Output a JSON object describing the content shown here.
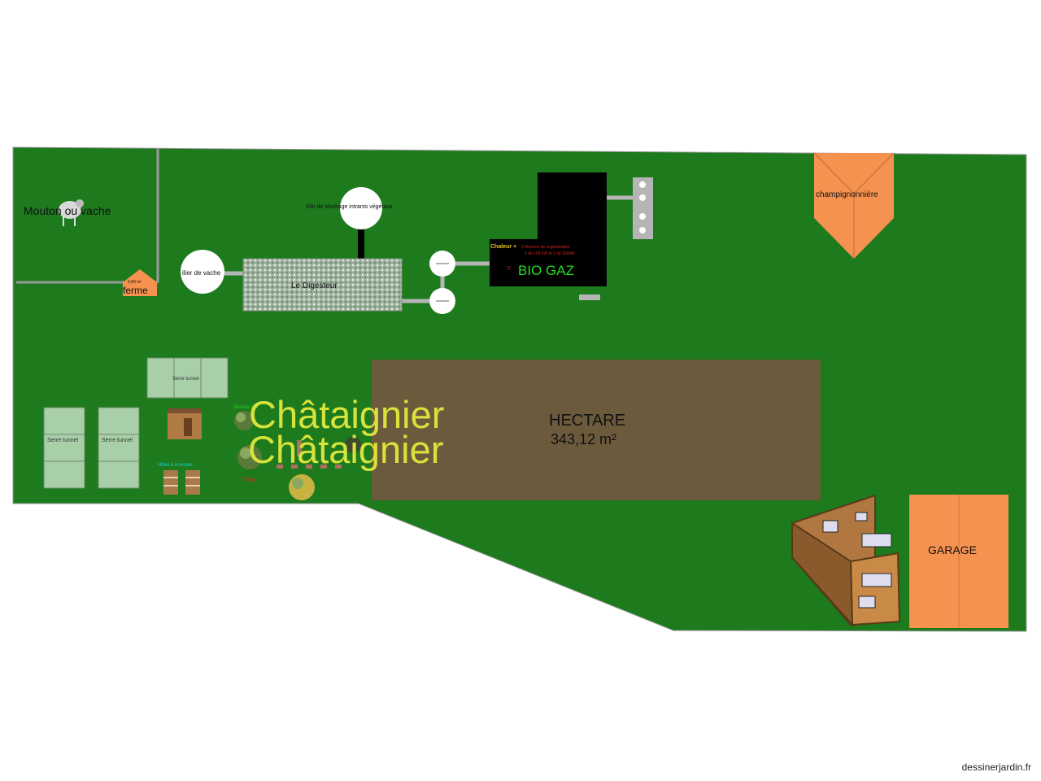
{
  "plan": {
    "animal_label": "Mouton ou vache",
    "ferme_label": "ferme",
    "ferme_area": "4,89 m²",
    "fumier_label": "ilier de vache",
    "silo_label": "Silo de stockage intrants végétaux",
    "digesteur_label": "Le Digesteur",
    "biogaz_title": "BIO GAZ",
    "biogaz_prefix": "=",
    "biogaz_chaleur": "Chaleur +",
    "biogaz_line1": "2 Moteurs de cogénération",
    "biogaz_line2": "1 de 100 kW et 1 de 200kW",
    "champignon_label": "champignonnière",
    "serre_top_label": "Serre tunnel",
    "serre_left_label": "Serre tunnel",
    "serre_right_label": "Serre tunnel",
    "hotel_label": "Hôtel à insectes",
    "hectare_label": "HECTARE",
    "hectare_area": "343,12 m²",
    "chataignier_1": "Châtaignier",
    "chataignier_2": "Châtaignier",
    "garage_label": "GARAGE",
    "small_label_green": "Sureau noir",
    "small_label_red": "Tilleul"
  },
  "footer": {
    "credit": "dessinerjardin.fr"
  },
  "colors": {
    "lawn": "#1d7a1d",
    "field": "#6b5a3c",
    "orange": "#f5924f",
    "greenhouse": "#a9cfa9",
    "biogaz_text": "#22dd22",
    "chataignier": "#d7e23b",
    "black": "#000000"
  }
}
